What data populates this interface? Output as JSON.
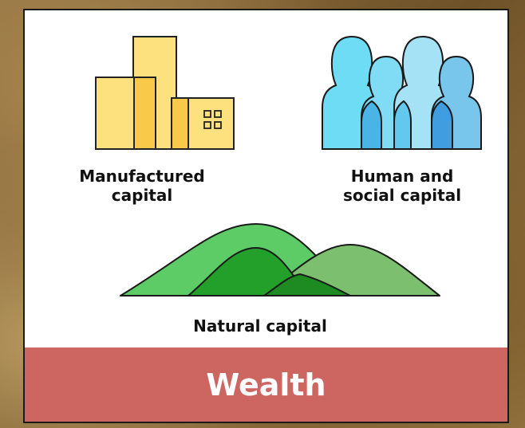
{
  "labels": {
    "manufactured": "Manufactured capital",
    "manufactured_line1": "Manufactured",
    "manufactured_line2": "capital",
    "human_line1": "Human and",
    "human_line2": "social capital",
    "natural": "Natural capital",
    "wealth": "Wealth"
  },
  "colors": {
    "building_fill": "#fde17e",
    "building_fill_dark": "#f9c94a",
    "people_light": "#73def6",
    "people_mid": "#4ab4e6",
    "mountain_light": "#5dcb66",
    "mountain_dark": "#23a02a",
    "mountain_right": "#7cbf6e",
    "wealth_bar": "#cd6560"
  },
  "icons": [
    "buildings-icon",
    "people-icon",
    "mountains-icon"
  ]
}
